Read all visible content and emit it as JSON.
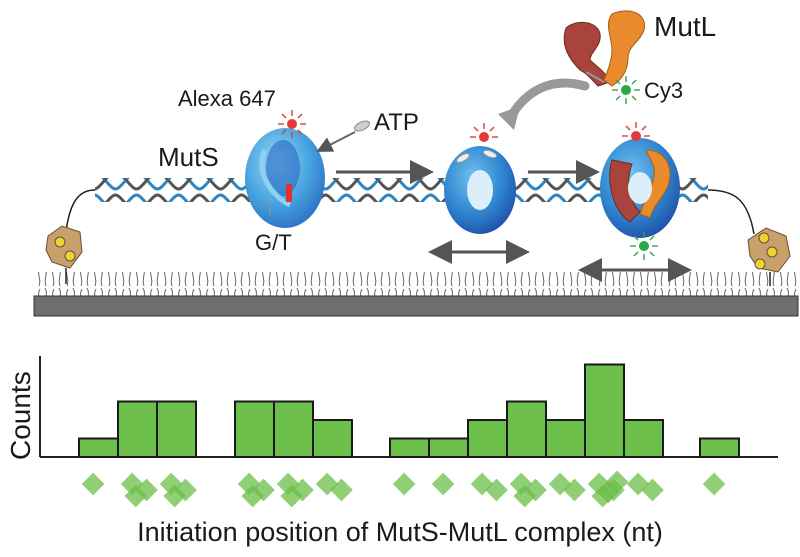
{
  "labels": {
    "muts": "MutS",
    "mutl": "MutL",
    "alexa": "Alexa 647",
    "atp": "ATP",
    "cy3": "Cy3",
    "mismatch": "G/T"
  },
  "chart_data": {
    "type": "bar",
    "xlabel": "Initiation position of MutS-MutL complex (nt)",
    "ylabel": "Counts",
    "values": [
      1,
      3,
      3,
      3,
      3,
      2,
      1,
      1,
      2,
      3,
      2,
      5,
      2,
      1
    ],
    "groups": [
      [
        0,
        1,
        2
      ],
      [
        3,
        4,
        5
      ],
      [
        6,
        7,
        8,
        9,
        10,
        11,
        12
      ],
      [
        13
      ]
    ],
    "color": "#6cbf4a",
    "edge": "#1a1a1a"
  },
  "colors": {
    "muts_light": "#5fb8ea",
    "muts_dark": "#2b6fc4",
    "mutl_red": "#a8443c",
    "mutl_orange": "#e98a2c",
    "alexa": "#e03a3a",
    "cy3": "#2aa84a",
    "dna_blue": "#2e86c1",
    "surface": "#6e6e6e"
  }
}
